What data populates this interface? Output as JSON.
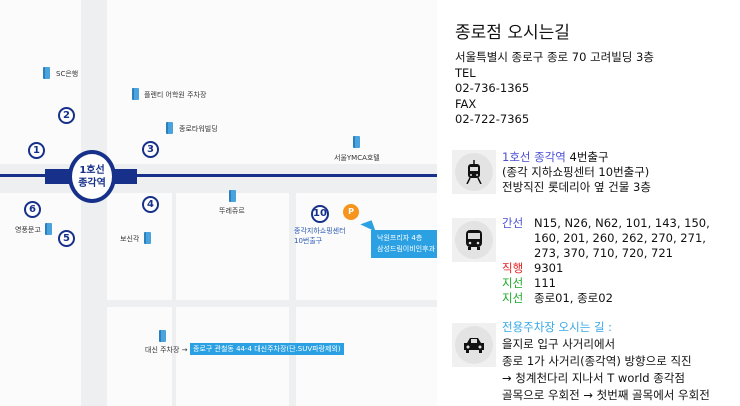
{
  "map": {
    "station": {
      "line": "1호선",
      "name": "종각역"
    },
    "exits": [
      "1",
      "2",
      "3",
      "4",
      "5",
      "6",
      "10"
    ],
    "buildings": {
      "sc": "SC은행",
      "plenty": "플렌티 어학원 주차장",
      "tower": "종로타워빌딩",
      "ymca": "서울YMCA호텔",
      "tous": "뚜레쥬르",
      "bosingak": "보신각",
      "youngpoong": "영풍문고",
      "exit10_line1": "종각지하쇼핑센터",
      "exit10_line2": "10번출구",
      "daeshin": "대신 주차장 →"
    },
    "parking_icon": "P",
    "callout": [
      "낙원프리자 4층",
      "삼성드림이비인후과"
    ],
    "parking_box": "종로구 관철동 44-4 대신주차장(단.SUV파랑제외)"
  },
  "title": "종로점 오시는길",
  "address": "서울특별시 종로구 종로 70 고려빌딩 3층",
  "tel_label": "TEL",
  "tel": "02-736-1365",
  "fax_label": "FAX",
  "fax": "02-722-7365",
  "subway": {
    "icon": "train-icon",
    "line": "1호선 종각역",
    "exit": " 4번출구",
    "line2": "(종각 지하쇼핑센터 10번출구)",
    "line3": "전방직진 롯데리아 옆 건물 3층"
  },
  "bus": {
    "icon": "bus-icon",
    "trunk_label": "간선",
    "trunk": [
      "N15, N26, N62, 101, 143, 150,",
      "160, 201, 260, 262, 270, 271,",
      "273, 370, 710, 720, 721"
    ],
    "express_label": "직행",
    "express": "9301",
    "branch_label": "지선",
    "branch": "111",
    "branch2_label": "지선",
    "branch2": "종로01, 종로02"
  },
  "car": {
    "icon": "car-icon",
    "title": "전용주차장 오시는 길 :",
    "lines": [
      "을지로 입구 사거리에서",
      "종로 1가 사거리(종각역) 방향으로 직진",
      "→ 청계천다리 지나서 T world 종각점",
      "골목으로 우회전 → 첫번째 골목에서 우회전"
    ]
  },
  "colors": {
    "line1": "#17318a",
    "accent": "#2ba1e3",
    "parking": "#f7941d"
  }
}
